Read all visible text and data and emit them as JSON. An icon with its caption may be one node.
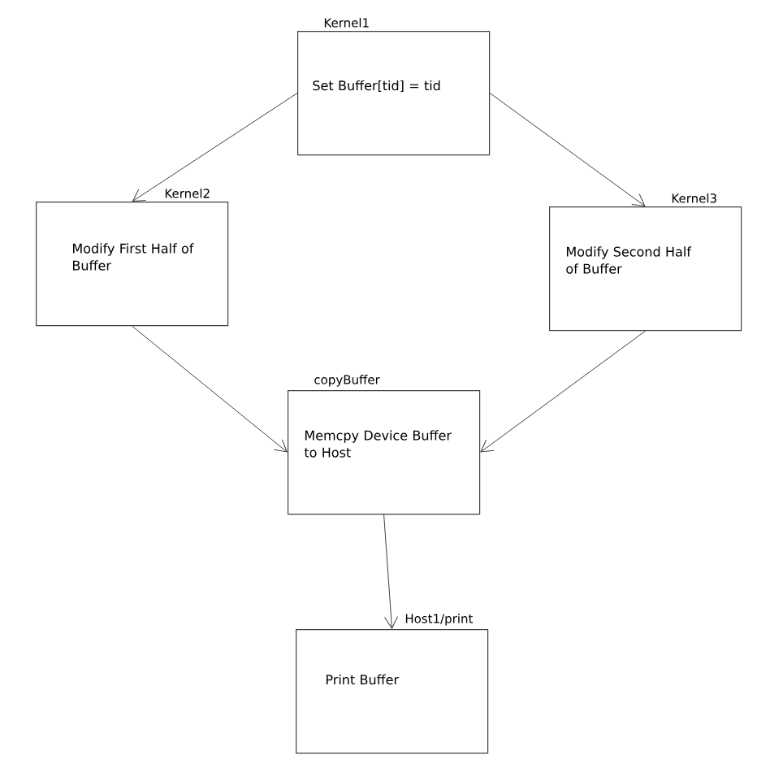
{
  "diagram": {
    "nodes": [
      {
        "text": [
          "Kernel1",
          "Set Buffer[tid] = tid"
        ]
      },
      {
        "text": [
          "Kernel2",
          "Modify First Half of Buffer"
        ]
      },
      {
        "text": [
          "Kernel3",
          "Modify Second Half of Buffer"
        ]
      },
      {
        "text": [
          "copyBuffer",
          "Memcpy Device Buffer to Host"
        ]
      },
      {
        "text": [
          "Host1/print",
          "Print Buffer"
        ]
      }
    ],
    "edges": [
      {
        "from": 0,
        "to": 1,
        "arrow": "to"
      },
      {
        "from": 0,
        "to": 2,
        "arrow": "to"
      },
      {
        "from": 1,
        "to": 3,
        "arrow": "to"
      },
      {
        "from": 2,
        "to": 3,
        "arrow": "to"
      },
      {
        "from": 3,
        "to": 4,
        "arrow": "to"
      }
    ]
  }
}
